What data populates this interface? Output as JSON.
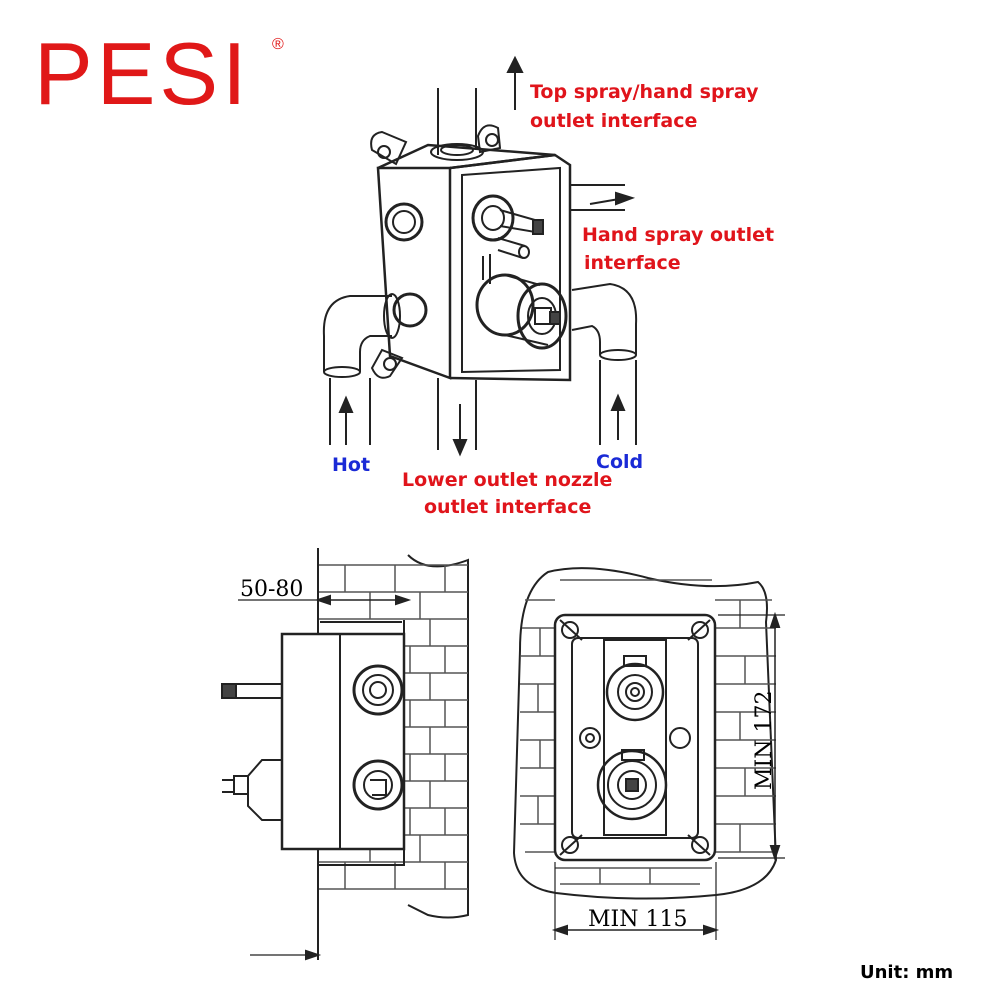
{
  "brand": {
    "name": "PESI",
    "mark": "®"
  },
  "labels": {
    "top_spray_line1": "Top spray/hand spray",
    "top_spray_line2": "outlet interface",
    "hand_spray_line1": "Hand spray outlet",
    "hand_spray_line2": "interface",
    "hot": "Hot",
    "cold": "Cold",
    "lower_line1": "Lower outlet nozzle",
    "lower_line2": "outlet interface"
  },
  "dimensions": {
    "depth": "50-80",
    "height": "MIN 172",
    "width": "MIN 115"
  },
  "unit": "Unit: mm",
  "colors": {
    "brand": "#e01818",
    "label_red": "#e0141b",
    "label_blue": "#1a2ad6"
  }
}
